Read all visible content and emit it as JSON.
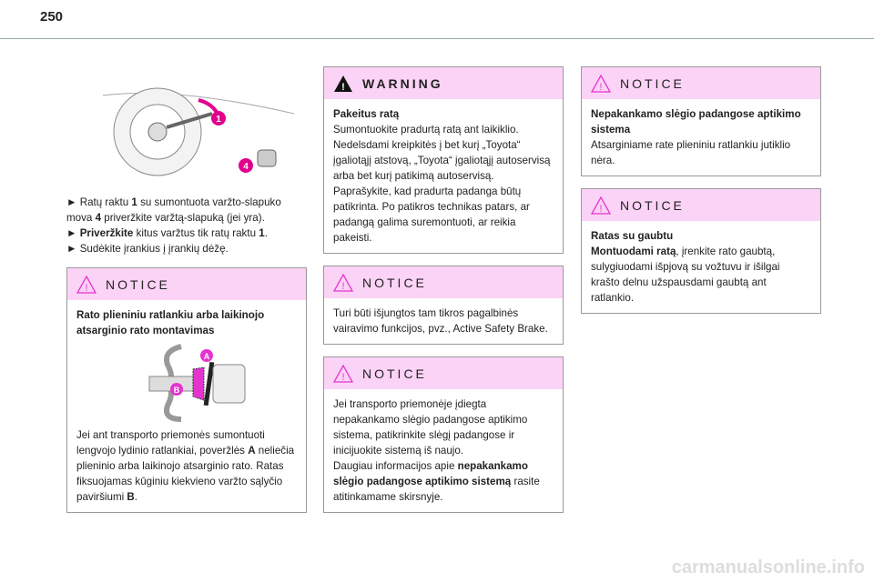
{
  "page_number": "250",
  "left": {
    "steps": [
      {
        "a": "Ratų raktu ",
        "b": "1",
        "c": " su sumontuota varžto-slapuko mova ",
        "d": "4",
        "e": " priveržkite varžtą-slapuką (jei yra)."
      },
      {
        "a": "Priveržkite",
        "b": " kitus varžtus tik ratų raktu ",
        "c": "1",
        "d": "."
      },
      {
        "a": "Sudėkite įrankius į įrankių dėžę."
      }
    ],
    "figure_labels": [
      "1",
      "4"
    ],
    "notice": {
      "title": "NOTICE",
      "heading": "Rato plieniniu ratlankiu arba laikinojo atsarginio rato montavimas",
      "figure_labels": [
        "A",
        "B"
      ],
      "text_a": "Jei ant transporto priemonės sumontuoti lengvojo lydinio ratlankiai, poveržlės ",
      "bold_a": "A",
      "text_b": " neliečia plieninio arba laikinojo atsarginio rato. Ratas fiksuojamas kūginiu kiekvieno varžto sąlyčio paviršiumi ",
      "bold_b": "B",
      "text_c": "."
    }
  },
  "middle": {
    "warning": {
      "title": "WARNING",
      "heading": "Pakeitus ratą",
      "text": "Sumontuokite pradurtą ratą ant laikiklio. Nedelsdami kreipkitės į bet kurį „Toyota“ įgaliotąjį atstovą, „Toyota“ įgaliotąjį autoservisą arba bet kurį patikimą autoservisą.",
      "text2": "Paprašykite, kad pradurta padanga būtų patikrinta. Po patikros technikas patars, ar padangą galima suremontuoti, ar reikia pakeisti."
    },
    "notice1": {
      "title": "NOTICE",
      "text": "Turi būti išjungtos tam tikros pagalbinės vairavimo funkcijos, pvz., Active Safety Brake."
    },
    "notice2": {
      "title": "NOTICE",
      "text": "Jei transporto priemonėje įdiegta nepakankamo slėgio padangose aptikimo sistema, patikrinkite slėgį padangose ir inicijuokite sistemą iš naujo.",
      "text2": "Daugiau informacijos apie ",
      "bold": "nepakankamo slėgio padangose aptikimo sistemą",
      "text3": " rasite atitinkamame skirsnyje."
    }
  },
  "right": {
    "notice1": {
      "title": "NOTICE",
      "heading": "Nepakankamo slėgio padangose aptikimo sistema",
      "text": "Atsarginiame rate plieniniu ratlankiu jutiklio nėra."
    },
    "notice2": {
      "title": "NOTICE",
      "heading": "Ratas su gaubtu",
      "bold": "Montuodami ratą",
      "text": ", įrenkite rato gaubtą, sulygiuodami išpjovą su vožtuvu ir išilgai krašto delnu užspausdami gaubtą ant ratlankio."
    }
  },
  "watermark": "carmanualsonline.info"
}
